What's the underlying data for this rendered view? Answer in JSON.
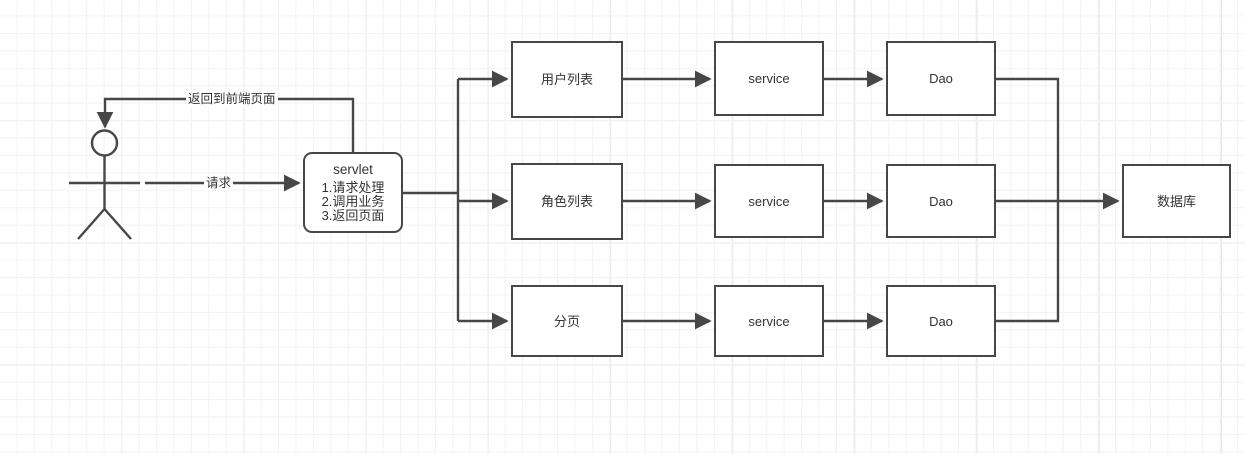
{
  "diagram": {
    "title": "servlet request flow diagram",
    "background": "#ffffff",
    "grid_color": "#f2f2f2",
    "stroke_color": "#474747",
    "text_color": "#333333"
  },
  "actor": {
    "name": "user-actor",
    "label": ""
  },
  "nodes": {
    "servlet": {
      "title": "servlet",
      "steps": [
        "1.请求处理",
        "2.调用业务",
        "3.返回页面"
      ]
    },
    "user_list": "用户列表",
    "role_list": "角色列表",
    "pagination": "分页",
    "service_1": "service",
    "service_2": "service",
    "service_3": "service",
    "dao_1": "Dao",
    "dao_2": "Dao",
    "dao_3": "Dao",
    "database": "数据库"
  },
  "edges": {
    "request_label": "请求",
    "return_label": "返回到前端页面"
  }
}
